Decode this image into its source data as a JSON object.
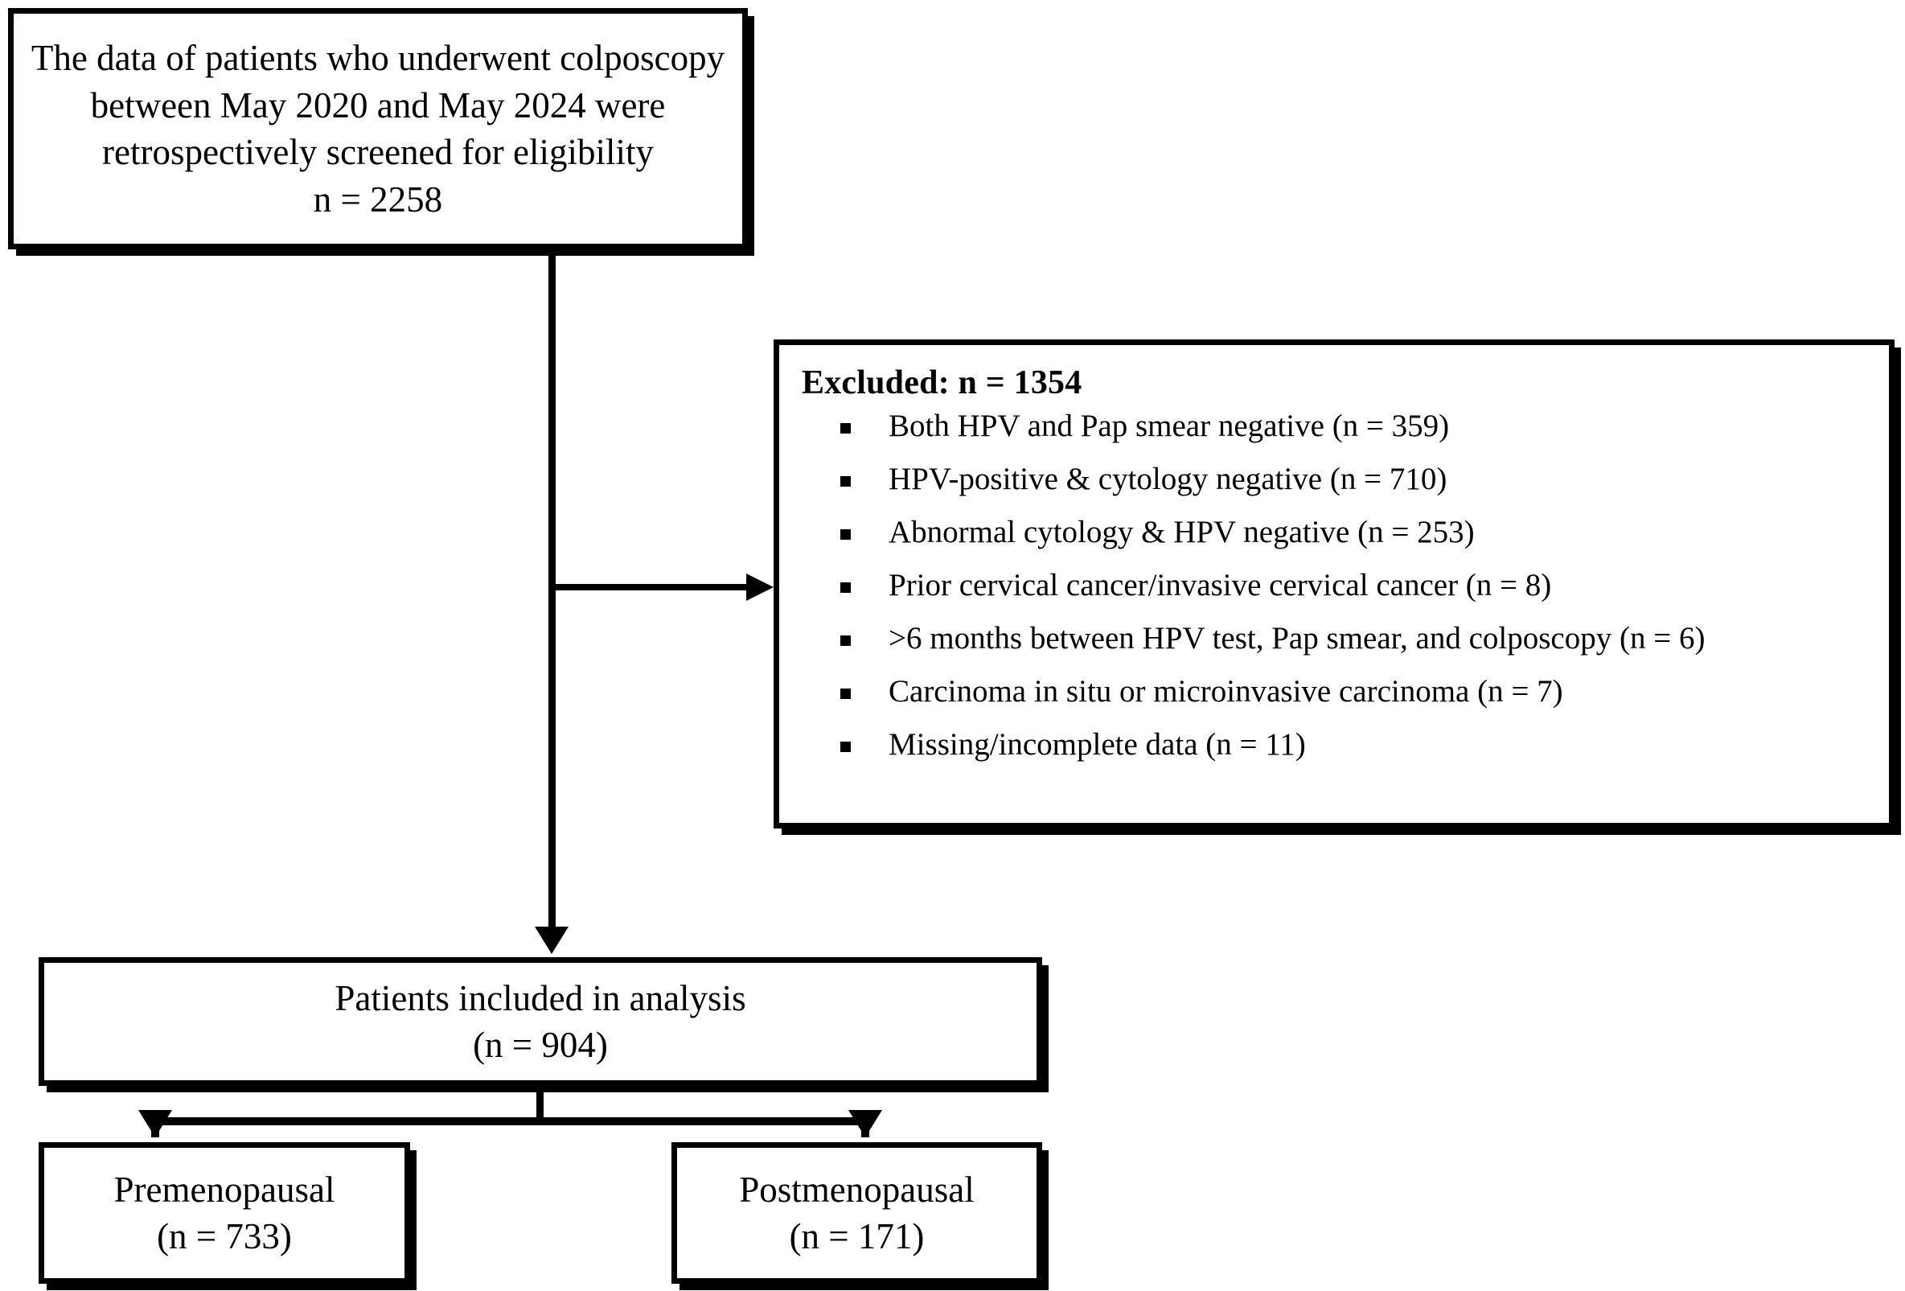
{
  "flowchart": {
    "type": "prisma-patient-selection-flowchart",
    "boxes": {
      "screened": {
        "lines": [
          "The data of patients who underwent colposcopy",
          "between May 2020 and May 2024 were",
          "retrospectively screened for eligibility",
          "n = 2258"
        ],
        "n": 2258
      },
      "excluded": {
        "title": "Excluded: n = 1354",
        "n": 1354,
        "items": [
          {
            "label": "Both HPV and Pap smear negative (n = 359)",
            "n": 359
          },
          {
            "label": "HPV-positive & cytology negative (n = 710)",
            "n": 710
          },
          {
            "label": "Abnormal cytology & HPV negative (n = 253)",
            "n": 253
          },
          {
            "label": "Prior cervical cancer/invasive cervical cancer (n = 8)",
            "n": 8
          },
          {
            "label": ">6 months between HPV test, Pap smear, and colposcopy (n = 6)",
            "n": 6
          },
          {
            "label": "Carcinoma in situ or microinvasive carcinoma (n = 7)",
            "n": 7
          },
          {
            "label": "Missing/incomplete data (n = 11)",
            "n": 11
          }
        ]
      },
      "included": {
        "lines": [
          "Patients included in analysis",
          "(n = 904)"
        ],
        "n": 904
      },
      "premenopausal": {
        "lines": [
          "Premenopausal",
          "(n = 733)"
        ],
        "n": 733
      },
      "postmenopausal": {
        "lines": [
          "Postmenopausal",
          "(n = 171)"
        ],
        "n": 171
      }
    },
    "colors": {
      "stroke": "#000000",
      "fill": "#ffffff",
      "text": "#000000"
    }
  }
}
